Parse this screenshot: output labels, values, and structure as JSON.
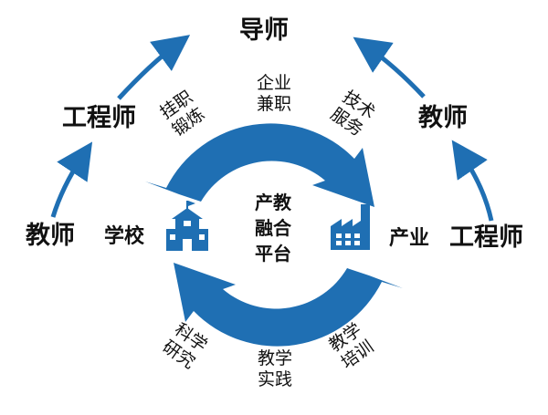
{
  "colors": {
    "arrow": "#1f6fb3",
    "icon": "#1f6fb3",
    "text": "#111111"
  },
  "roles": {
    "top": "导师",
    "upper_left": "工程师",
    "upper_right": "教师",
    "lower_left": "教师",
    "lower_right": "工程师"
  },
  "nodes": {
    "school": "学校",
    "industry": "产业"
  },
  "icons": {
    "school": "school-icon",
    "industry": "factory-icon"
  },
  "center": {
    "line1": "产教",
    "line2": "融合",
    "line3": "平台"
  },
  "activities": {
    "top": {
      "line1": "企业",
      "line2": "兼职"
    },
    "upper_left": {
      "line1": "挂职",
      "line2": "锻炼"
    },
    "upper_right": {
      "line1": "技术",
      "line2": "服务"
    },
    "bottom": {
      "line1": "教学",
      "line2": "实践"
    },
    "lower_left": {
      "line1": "科学",
      "line2": "研究"
    },
    "lower_right": {
      "line1": "教学",
      "line2": "培训"
    }
  }
}
